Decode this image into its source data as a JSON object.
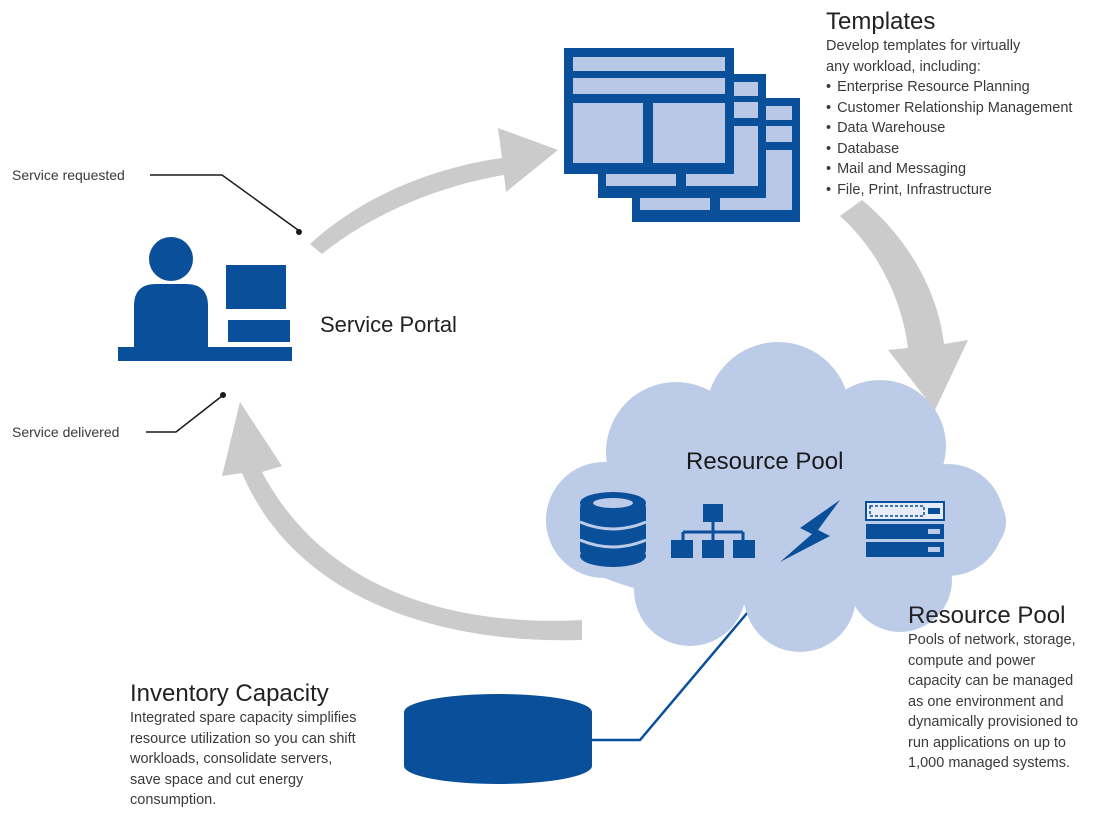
{
  "colors": {
    "brand_blue": "#0a4f9a",
    "light_blue": "#b9c8e6",
    "cloud": "#bccbe7",
    "arrow_gray": "#cbcbcb",
    "line": "#1a1a1a"
  },
  "icons": [
    "person-at-desk-icon",
    "template-pages-icon",
    "database-icon",
    "network-hierarchy-icon",
    "lightning-bolt-icon",
    "server-rack-icon",
    "storage-cylinder-icon"
  ],
  "labels": {
    "service_requested": "Service requested",
    "service_delivered": "Service delivered",
    "service_portal": "Service Portal",
    "resource_pool_cloud": "Resource Pool"
  },
  "templates": {
    "title": "Templates",
    "intro_1": "Develop templates for virtually",
    "intro_2": "any workload, including:",
    "items": [
      "Enterprise Resource Planning",
      "Customer Relationship Management",
      "Data Warehouse",
      "Database",
      "Mail and Messaging",
      "File, Print, Infrastructure"
    ]
  },
  "resource_pool": {
    "title": "Resource Pool",
    "lines": [
      "Pools of network, storage,",
      "compute and power",
      "capacity can be managed",
      "as one environment and",
      "dynamically provisioned to",
      "run applications on up to",
      "1,000 managed systems."
    ]
  },
  "inventory": {
    "title": "Inventory Capacity",
    "lines": [
      "Integrated spare capacity simplifies",
      "resource utilization so you can shift",
      "workloads, consolidate servers,",
      "save space and cut energy",
      "consumption."
    ]
  }
}
